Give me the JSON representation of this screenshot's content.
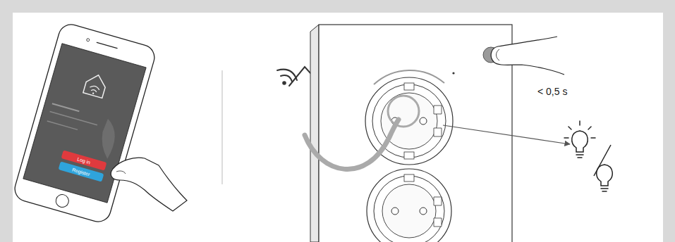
{
  "diagram": {
    "nodes": [
      {
        "text": [
          "Log in"
        ]
      },
      {
        "text": [
          "Register"
        ]
      }
    ],
    "labels": [
      "< 0,5 s"
    ]
  }
}
